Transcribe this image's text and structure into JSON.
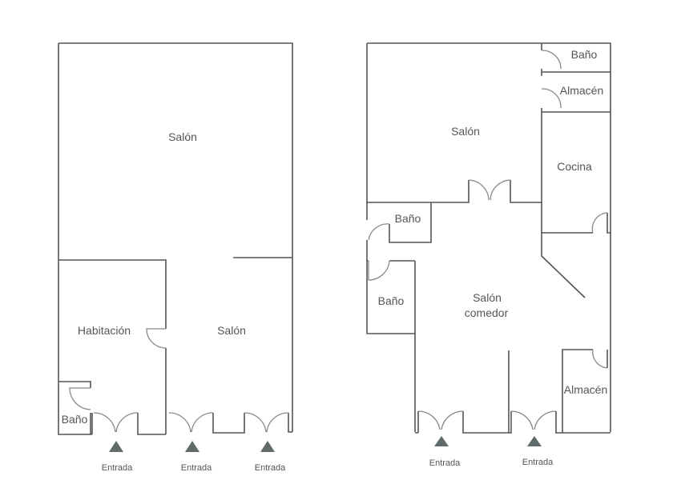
{
  "left_plan": {
    "rooms": {
      "salon_top": "Salón",
      "habitacion": "Habitación",
      "salon_bottom": "Salón",
      "bano": "Baño"
    },
    "entrances": [
      "Entrada",
      "Entrada",
      "Entrada"
    ]
  },
  "right_plan": {
    "rooms": {
      "bano_top": "Baño",
      "almacen_top": "Almacén",
      "salon": "Salón",
      "cocina": "Cocina",
      "bano_mid": "Baño",
      "bano_low": "Baño",
      "salon_comedor_1": "Salón",
      "salon_comedor_2": "comedor",
      "almacen_low": "Almacén"
    },
    "entrances": [
      "Entrada",
      "Entrada"
    ]
  },
  "colors": {
    "wall": "#555555",
    "door": "#888888",
    "marker": "#5f6b6a"
  }
}
